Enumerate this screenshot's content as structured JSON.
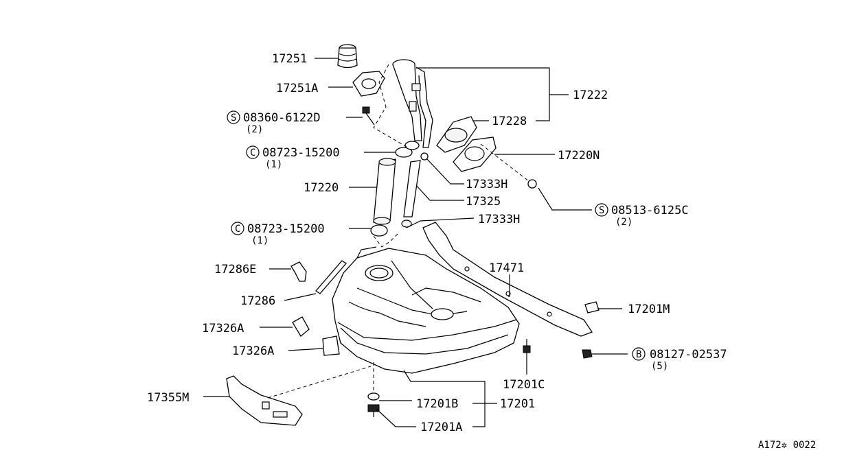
{
  "labels": {
    "p17251": "17251",
    "p17251A": "17251A",
    "p17222": "17222",
    "p17228": "17228",
    "p17220N": "17220N",
    "p17220": "17220",
    "p17333H_1": "17333H",
    "p17325": "17325",
    "p17333H_2": "17333H",
    "p17286E": "17286E",
    "p17286": "17286",
    "p17471": "17471",
    "p17326A_1": "17326A",
    "p17326A_2": "17326A",
    "p17201M": "17201M",
    "p17201C": "17201C",
    "p17355M": "17355M",
    "p17201B": "17201B",
    "p17201": "17201",
    "p17201A": "17201A"
  },
  "fasteners": {
    "s1": {
      "symbol": "S",
      "code": "08360-6122D",
      "qty": "(2)"
    },
    "c1": {
      "symbol": "C",
      "code": "08723-15200",
      "qty": "(1)"
    },
    "s2": {
      "symbol": "S",
      "code": "08513-6125C",
      "qty": "(2)"
    },
    "c2": {
      "symbol": "C",
      "code": "08723-15200",
      "qty": "(1)"
    },
    "b1": {
      "symbol": "B",
      "code": "08127-02537",
      "qty": "(5)"
    }
  },
  "footer": {
    "ref": "A172✲ 0022"
  }
}
